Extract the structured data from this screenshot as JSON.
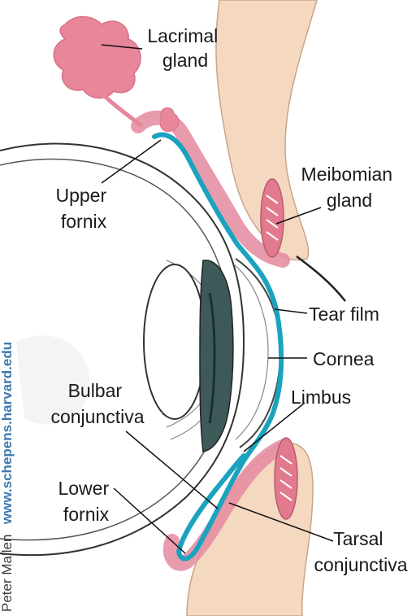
{
  "labels": {
    "lacrimal_gland": [
      "Lacrimal",
      "gland"
    ],
    "upper_fornix": [
      "Upper",
      "fornix"
    ],
    "meibomian_gland": [
      "Meibomian",
      "gland"
    ],
    "tear_film": "Tear film",
    "cornea": "Cornea",
    "limbus": "Limbus",
    "bulbar_conjunctiva": [
      "Bulbar",
      "conjunctiva"
    ],
    "lower_fornix": [
      "Lower",
      "fornix"
    ],
    "tarsal_conjunctiva": [
      "Tarsal",
      "conjunctiva"
    ]
  },
  "credit": {
    "author": "Peter Mallen",
    "url": "www.schepens.harvard.edu"
  },
  "colors": {
    "skin": "#f5d8c0",
    "conjunctiva": "#e58aa0",
    "tear_film": "#1aa3bf",
    "gland": "#e27a8e",
    "iris": "#3e5a58",
    "credit_url": "#3f79b0"
  }
}
